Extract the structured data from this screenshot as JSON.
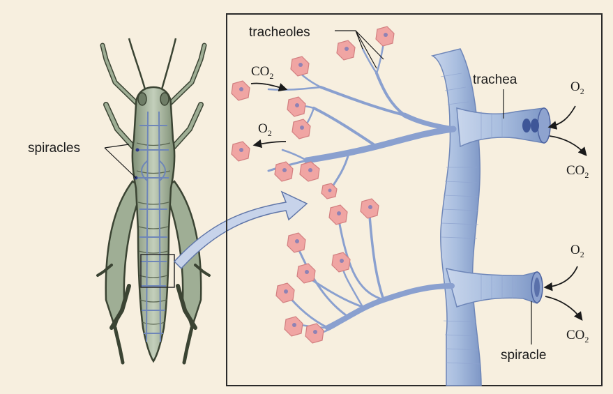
{
  "colors": {
    "background": "#f7efdf",
    "trachea_fill": "#a9bedf",
    "trachea_stroke": "#6e86b8",
    "cell_fill": "#f0a5a3",
    "cell_stroke": "#d27f80",
    "nucleus": "#8f82b4",
    "insect_body": "#9fae95",
    "insect_outline": "#3b4433",
    "frame": "#2a2a2a"
  },
  "labels": {
    "spiracles": "spiracles",
    "tracheoles": "tracheoles",
    "trachea": "trachea",
    "spiracle": "spiracle"
  },
  "gases": {
    "co2_in_base": "CO",
    "co2_in_sub": "2",
    "o2_out_base": "O",
    "o2_out_sub": "2",
    "o2_top_base": "O",
    "o2_top_sub": "2",
    "co2_top_base": "CO",
    "co2_top_sub": "2",
    "o2_bottom_base": "O",
    "o2_bottom_sub": "2",
    "co2_bottom_base": "CO",
    "co2_bottom_sub": "2"
  }
}
